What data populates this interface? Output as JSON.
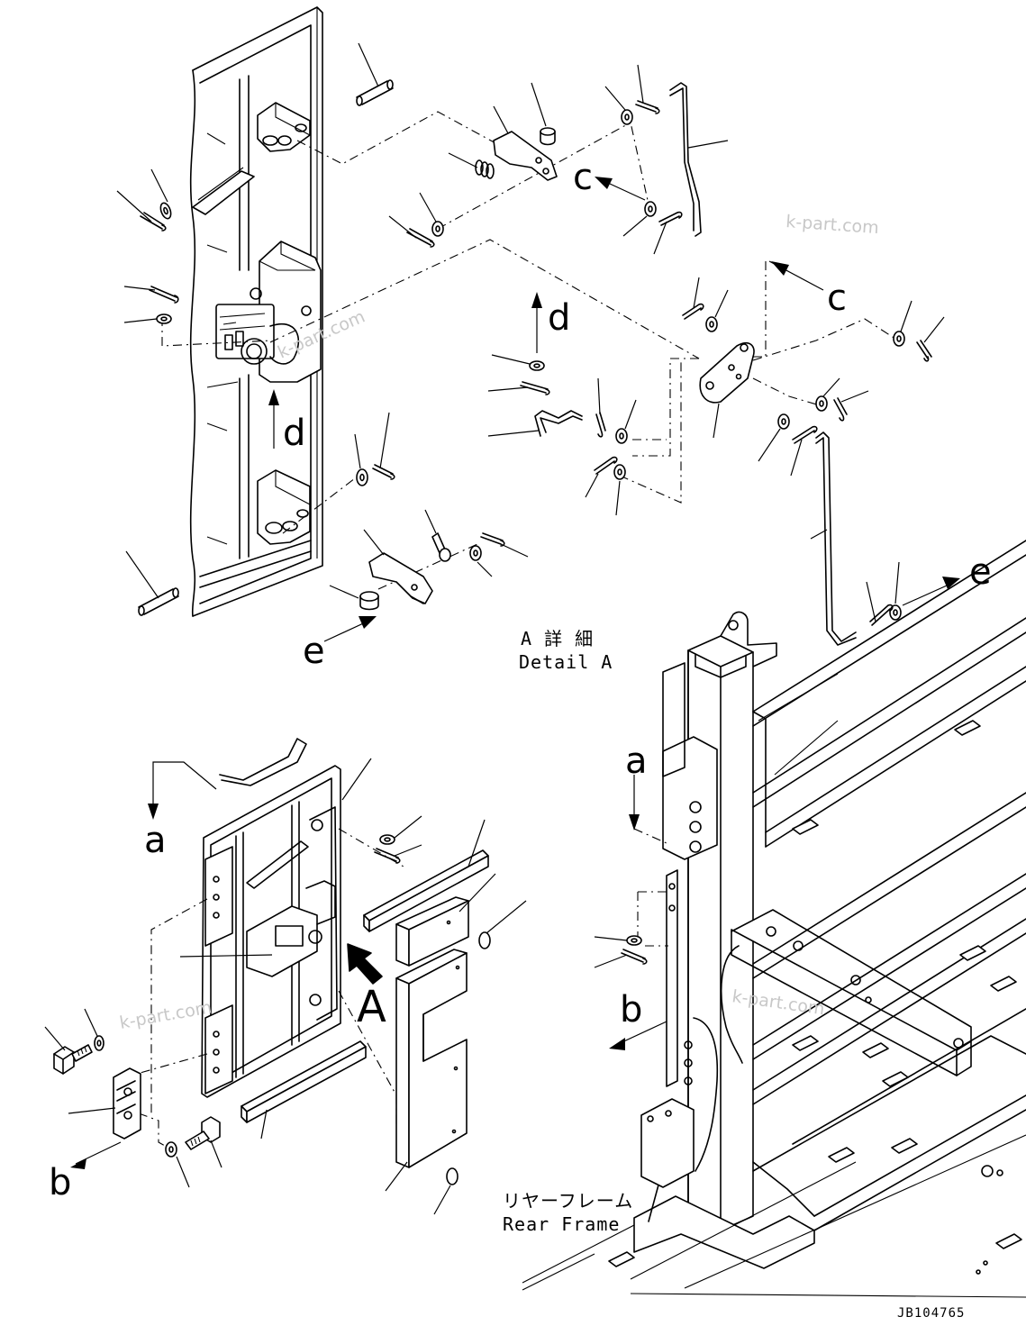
{
  "diagram": {
    "watermark": "k-part.com",
    "detail_caption": {
      "jp": "A 詳 細",
      "en": "Detail A"
    },
    "frame_caption": {
      "jp": "リヤーフレーム",
      "en": "Rear Frame"
    },
    "drawing_code": "JB104765",
    "ref_labels": {
      "a": "a",
      "b": "b",
      "c": "c",
      "d": "d",
      "e": "e",
      "A": "A"
    }
  }
}
